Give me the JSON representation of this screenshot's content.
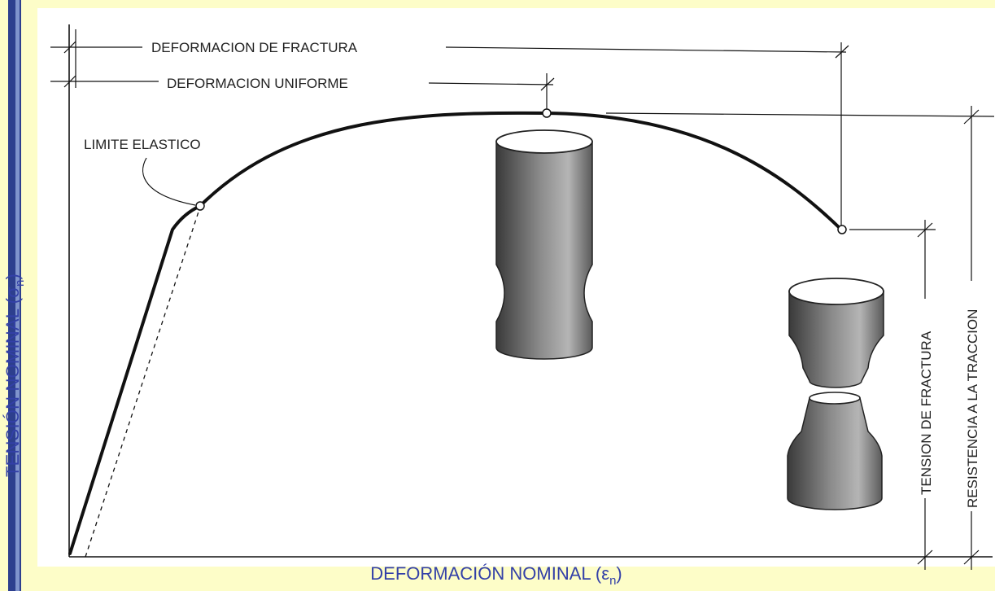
{
  "colors": {
    "background": "#fdfdc8",
    "accent_dark": "#2d3f8e",
    "accent_light": "#7f93cc",
    "axis_label": "#3340a8",
    "curve": "#111111"
  },
  "axis_labels": {
    "y_text": "TENSIÓN NOMINAL",
    "y_symbol": "σ",
    "y_subscript": "n",
    "x_text": "DEFORMACIÓN NOMINAL",
    "x_symbol": "ε",
    "x_subscript": "n"
  },
  "annotations": {
    "fracture_strain": "DEFORMACION DE FRACTURA",
    "uniform_strain": "DEFORMACION UNIFORME",
    "elastic_limit": "LIMITE ELASTICO",
    "fracture_stress": "TENSION DE FRACTURA",
    "tensile_strength": "RESISTENCIA A LA TRACCION"
  },
  "chart_data": {
    "type": "line",
    "xlabel": "DEFORMACIÓN NOMINAL (εn)",
    "ylabel": "TENSIÓN NOMINAL (σn)",
    "grid": false,
    "key_points": [
      {
        "label": "LIMITE ELASTICO",
        "marker": "open-circle"
      },
      {
        "label": "DEFORMACION UNIFORME",
        "marker": "open-circle"
      },
      {
        "label": "DEFORMACION DE FRACTURA",
        "marker": "open-circle"
      }
    ],
    "specimens": [
      {
        "stage": "necking",
        "icon": "necked-cylinder-icon"
      },
      {
        "stage": "fracture",
        "icon": "fractured-cylinder-icon"
      }
    ]
  }
}
